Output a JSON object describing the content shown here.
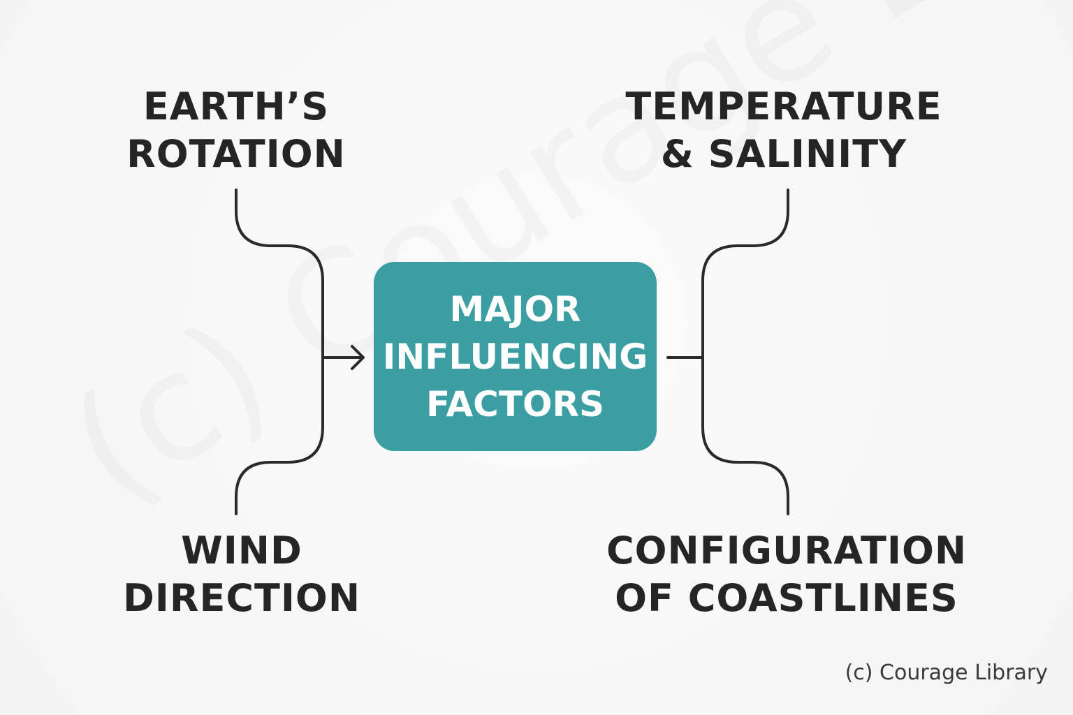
{
  "diagram": {
    "center": {
      "lines": [
        "MAJOR",
        "INFLUENCING",
        "FACTORS"
      ]
    },
    "factors": {
      "top_left": {
        "lines": [
          "EARTH’S",
          "ROTATION"
        ]
      },
      "bottom_left": {
        "lines": [
          "WIND",
          "DIRECTION"
        ]
      },
      "top_right": {
        "lines": [
          "TEMPERATURE",
          "& SALINITY"
        ]
      },
      "bottom_right": {
        "lines": [
          "CONFIGURATION",
          "OF COASTLINES"
        ]
      }
    },
    "credit": "(c) Courage Library",
    "watermark": "(c) Courage Library"
  },
  "colors": {
    "background": "#f7f7f7",
    "center_box": "#3a9ea2",
    "text": "#252525",
    "line": "#2a2a2a"
  }
}
